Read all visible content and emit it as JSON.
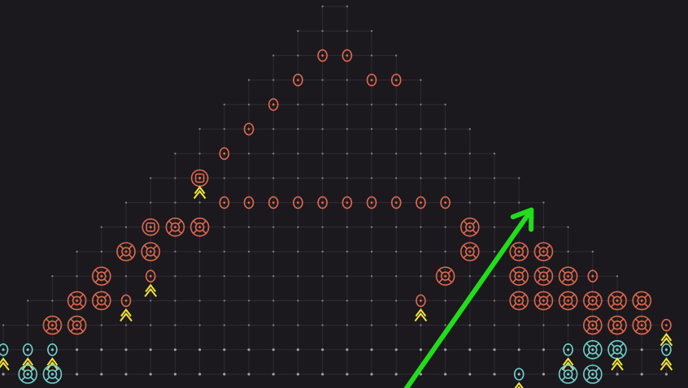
{
  "game": {
    "board": {
      "cols": 28,
      "rows": 16,
      "colors": {
        "background": "#1b191e",
        "grid": "#2e2c33",
        "node": "#7a797f",
        "ground_node": "#9aa3a6",
        "enemy": "#e0674b",
        "ally": "#6fd1cc",
        "marker": "#f5e63a",
        "arrow": "#22dd1c"
      }
    },
    "legend_icons": {
      "ring_small": "small-ring-icon",
      "ring_boxed": "boxed-ring-icon",
      "target": "target-reticle-icon",
      "chevron": "up-chevron-icon",
      "arrow": "direction-arrow-icon"
    },
    "pieces": [
      {
        "type": "ring",
        "color": "enemy",
        "col": 13,
        "row": 2
      },
      {
        "type": "ring",
        "color": "enemy",
        "col": 14,
        "row": 2
      },
      {
        "type": "ring",
        "color": "enemy",
        "col": 12,
        "row": 3
      },
      {
        "type": "ring",
        "color": "enemy",
        "col": 15,
        "row": 3
      },
      {
        "type": "ring",
        "color": "enemy",
        "col": 16,
        "row": 3
      },
      {
        "type": "ring",
        "color": "enemy",
        "col": 11,
        "row": 4
      },
      {
        "type": "ring",
        "color": "enemy",
        "col": 10,
        "row": 5
      },
      {
        "type": "ring",
        "color": "enemy",
        "col": 9,
        "row": 6
      },
      {
        "type": "boxed",
        "color": "enemy",
        "col": 8,
        "row": 7
      },
      {
        "type": "chevron",
        "color": "marker",
        "col": 8,
        "row": 7.6
      },
      {
        "type": "ring",
        "color": "enemy",
        "col": 9,
        "row": 8
      },
      {
        "type": "ring",
        "color": "enemy",
        "col": 10,
        "row": 8
      },
      {
        "type": "ring",
        "color": "enemy",
        "col": 11,
        "row": 8
      },
      {
        "type": "ring",
        "color": "enemy",
        "col": 12,
        "row": 8
      },
      {
        "type": "ring",
        "color": "enemy",
        "col": 13,
        "row": 8
      },
      {
        "type": "ring",
        "color": "enemy",
        "col": 14,
        "row": 8
      },
      {
        "type": "ring",
        "color": "enemy",
        "col": 15,
        "row": 8
      },
      {
        "type": "ring",
        "color": "enemy",
        "col": 16,
        "row": 8
      },
      {
        "type": "ring",
        "color": "enemy",
        "col": 17,
        "row": 8
      },
      {
        "type": "ring",
        "color": "enemy",
        "col": 18,
        "row": 8
      },
      {
        "type": "boxed",
        "color": "enemy",
        "col": 6,
        "row": 9
      },
      {
        "type": "target",
        "color": "enemy",
        "col": 7,
        "row": 9
      },
      {
        "type": "target",
        "color": "enemy",
        "col": 8,
        "row": 9
      },
      {
        "type": "target",
        "color": "enemy",
        "col": 5,
        "row": 10
      },
      {
        "type": "target",
        "color": "enemy",
        "col": 6,
        "row": 10
      },
      {
        "type": "target",
        "color": "enemy",
        "col": 4,
        "row": 11
      },
      {
        "type": "ring",
        "color": "enemy",
        "col": 6,
        "row": 11
      },
      {
        "type": "chevron",
        "color": "marker",
        "col": 6,
        "row": 11.6
      },
      {
        "type": "target",
        "color": "enemy",
        "col": 3,
        "row": 12
      },
      {
        "type": "target",
        "color": "enemy",
        "col": 4,
        "row": 12
      },
      {
        "type": "ring",
        "color": "enemy",
        "col": 5,
        "row": 12
      },
      {
        "type": "chevron",
        "color": "marker",
        "col": 5,
        "row": 12.6
      },
      {
        "type": "target",
        "color": "enemy",
        "col": 2,
        "row": 13
      },
      {
        "type": "target",
        "color": "enemy",
        "col": 3,
        "row": 13
      },
      {
        "type": "ring",
        "color": "ally",
        "col": 0,
        "row": 14
      },
      {
        "type": "chevron",
        "color": "marker",
        "col": 0,
        "row": 14.6
      },
      {
        "type": "ring",
        "color": "ally",
        "col": 1,
        "row": 14
      },
      {
        "type": "chevron",
        "color": "marker",
        "col": 1,
        "row": 14.6
      },
      {
        "type": "ring",
        "color": "ally",
        "col": 2,
        "row": 14
      },
      {
        "type": "chevron",
        "color": "marker",
        "col": 2,
        "row": 14.6
      },
      {
        "type": "target",
        "color": "ally",
        "col": 1,
        "row": 15
      },
      {
        "type": "target",
        "color": "ally",
        "col": 2,
        "row": 15
      },
      {
        "type": "target",
        "color": "enemy",
        "col": 19,
        "row": 9
      },
      {
        "type": "target",
        "color": "enemy",
        "col": 19,
        "row": 10
      },
      {
        "type": "target",
        "color": "enemy",
        "col": 18,
        "row": 11
      },
      {
        "type": "ring",
        "color": "enemy",
        "col": 17,
        "row": 12
      },
      {
        "type": "chevron",
        "color": "marker",
        "col": 17,
        "row": 12.6
      },
      {
        "type": "target",
        "color": "enemy",
        "col": 21,
        "row": 10
      },
      {
        "type": "target",
        "color": "enemy",
        "col": 22,
        "row": 10
      },
      {
        "type": "target",
        "color": "enemy",
        "col": 21,
        "row": 11
      },
      {
        "type": "target",
        "color": "enemy",
        "col": 22,
        "row": 11
      },
      {
        "type": "target",
        "color": "enemy",
        "col": 23,
        "row": 11
      },
      {
        "type": "ring",
        "color": "enemy",
        "col": 24,
        "row": 11
      },
      {
        "type": "target",
        "color": "enemy",
        "col": 21,
        "row": 12
      },
      {
        "type": "target",
        "color": "enemy",
        "col": 22,
        "row": 12
      },
      {
        "type": "target",
        "color": "enemy",
        "col": 23,
        "row": 12
      },
      {
        "type": "target",
        "color": "enemy",
        "col": 24,
        "row": 12
      },
      {
        "type": "target",
        "color": "enemy",
        "col": 25,
        "row": 12
      },
      {
        "type": "target",
        "color": "enemy",
        "col": 26,
        "row": 12
      },
      {
        "type": "target",
        "color": "enemy",
        "col": 24,
        "row": 13
      },
      {
        "type": "target",
        "color": "enemy",
        "col": 25,
        "row": 13
      },
      {
        "type": "target",
        "color": "enemy",
        "col": 26,
        "row": 13
      },
      {
        "type": "ring",
        "color": "enemy",
        "col": 27,
        "row": 13
      },
      {
        "type": "chevron",
        "color": "marker",
        "col": 27,
        "row": 13.6
      },
      {
        "type": "target",
        "color": "ally",
        "col": 24,
        "row": 14
      },
      {
        "type": "target",
        "color": "ally",
        "col": 25,
        "row": 14
      },
      {
        "type": "chevron",
        "color": "marker",
        "col": 25,
        "row": 14.6
      },
      {
        "type": "ring",
        "color": "ally",
        "col": 23,
        "row": 14
      },
      {
        "type": "chevron",
        "color": "marker",
        "col": 23,
        "row": 14.6
      },
      {
        "type": "ring",
        "color": "ally",
        "col": 27,
        "row": 14
      },
      {
        "type": "chevron",
        "color": "marker",
        "col": 27,
        "row": 14.6
      },
      {
        "type": "target",
        "color": "ally",
        "col": 23,
        "row": 15
      },
      {
        "type": "target",
        "color": "ally",
        "col": 24,
        "row": 15
      },
      {
        "type": "ring",
        "color": "ally",
        "col": 21,
        "row": 15
      },
      {
        "type": "chevron",
        "color": "marker",
        "col": 21,
        "row": 15.6
      }
    ],
    "arrow": {
      "from": {
        "col": 16.4,
        "row": 15.6
      },
      "to": {
        "col": 21.5,
        "row": 8.3
      }
    }
  }
}
